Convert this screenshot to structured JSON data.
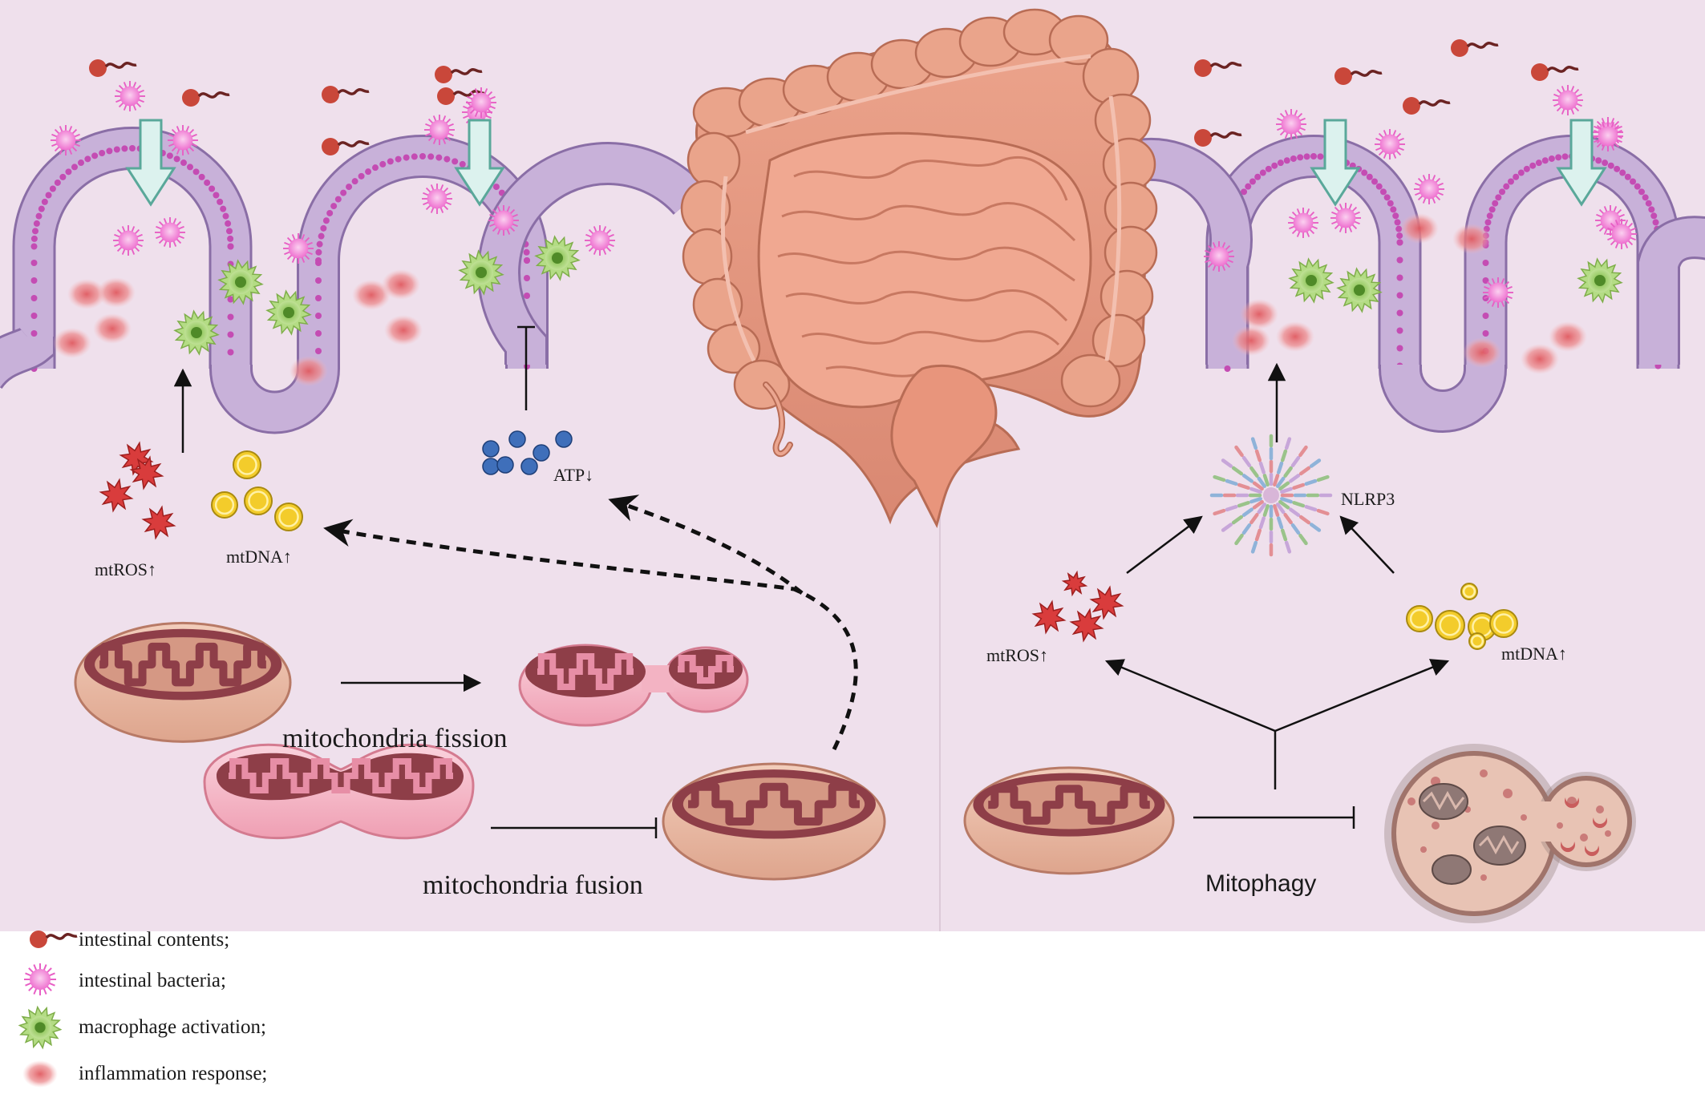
{
  "labels": {
    "mtros_left": "mtROS↑",
    "mtdna_left": "mtDNA↑",
    "atp": "ATP↓",
    "fission": "mitochondria fission",
    "fusion": "mitochondria fusion",
    "nlrp3": "NLRP3",
    "mtros_right": "mtROS↑",
    "mtdna_right": "mtDNA↑",
    "mitophagy": "Mitophagy"
  },
  "legend": {
    "items": [
      {
        "label": "intestinal contents;",
        "icon": "intestinal-contents-icon"
      },
      {
        "label": "intestinal bacteria;",
        "icon": "bacteria-icon"
      },
      {
        "label": "macrophage activation;",
        "icon": "macrophage-icon"
      },
      {
        "label": "inflammation response;",
        "icon": "inflammation-icon"
      }
    ]
  },
  "colors": {
    "background": "#efe0ec",
    "villus_outer": "#a98fc0",
    "villus_cell": "#c5aed6",
    "nucleus": "#c94fb8",
    "bacteria": "#f27fd6",
    "macrophage": "#8fc25a",
    "inflammation": "#e8787c",
    "contents": "#c9473a",
    "arrow_teal": "#d9f0ec",
    "mtros": "#d93c3c",
    "mtdna": "#f0c419",
    "atp": "#3d6fb8",
    "intestine": "#e59a82",
    "mito_outer": "#e9b9a3",
    "mito_inner": "#9c4c52",
    "mito_pink": "#f4b6c5"
  }
}
